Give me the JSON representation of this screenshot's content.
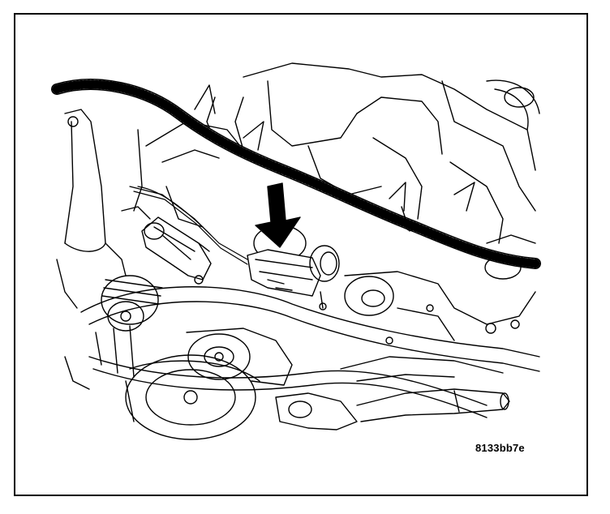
{
  "figure": {
    "id_label": "8133bb7e",
    "subject": "engine-compartment-sensor-connector",
    "line_color": "#000000",
    "background_color": "#ffffff",
    "callout": "arrow-pointing-to-electrical-connector"
  }
}
